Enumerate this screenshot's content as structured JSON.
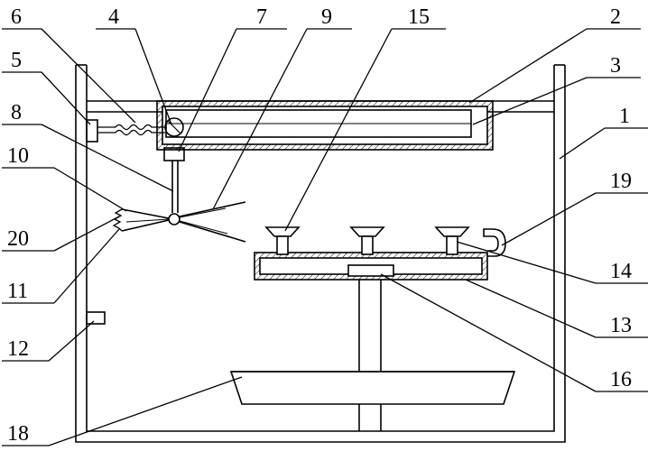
{
  "stroke_color": "#000000",
  "background": "#ffffff",
  "labels": [
    {
      "text": "6"
    },
    {
      "text": "4"
    },
    {
      "text": "7"
    },
    {
      "text": "9"
    },
    {
      "text": "15"
    },
    {
      "text": "2"
    },
    {
      "text": "5"
    },
    {
      "text": "3"
    },
    {
      "text": "8"
    },
    {
      "text": "1"
    },
    {
      "text": "10"
    },
    {
      "text": "19"
    },
    {
      "text": "20"
    },
    {
      "text": "14"
    },
    {
      "text": "11"
    },
    {
      "text": "13"
    },
    {
      "text": "12"
    },
    {
      "text": "16"
    },
    {
      "text": "18"
    }
  ]
}
